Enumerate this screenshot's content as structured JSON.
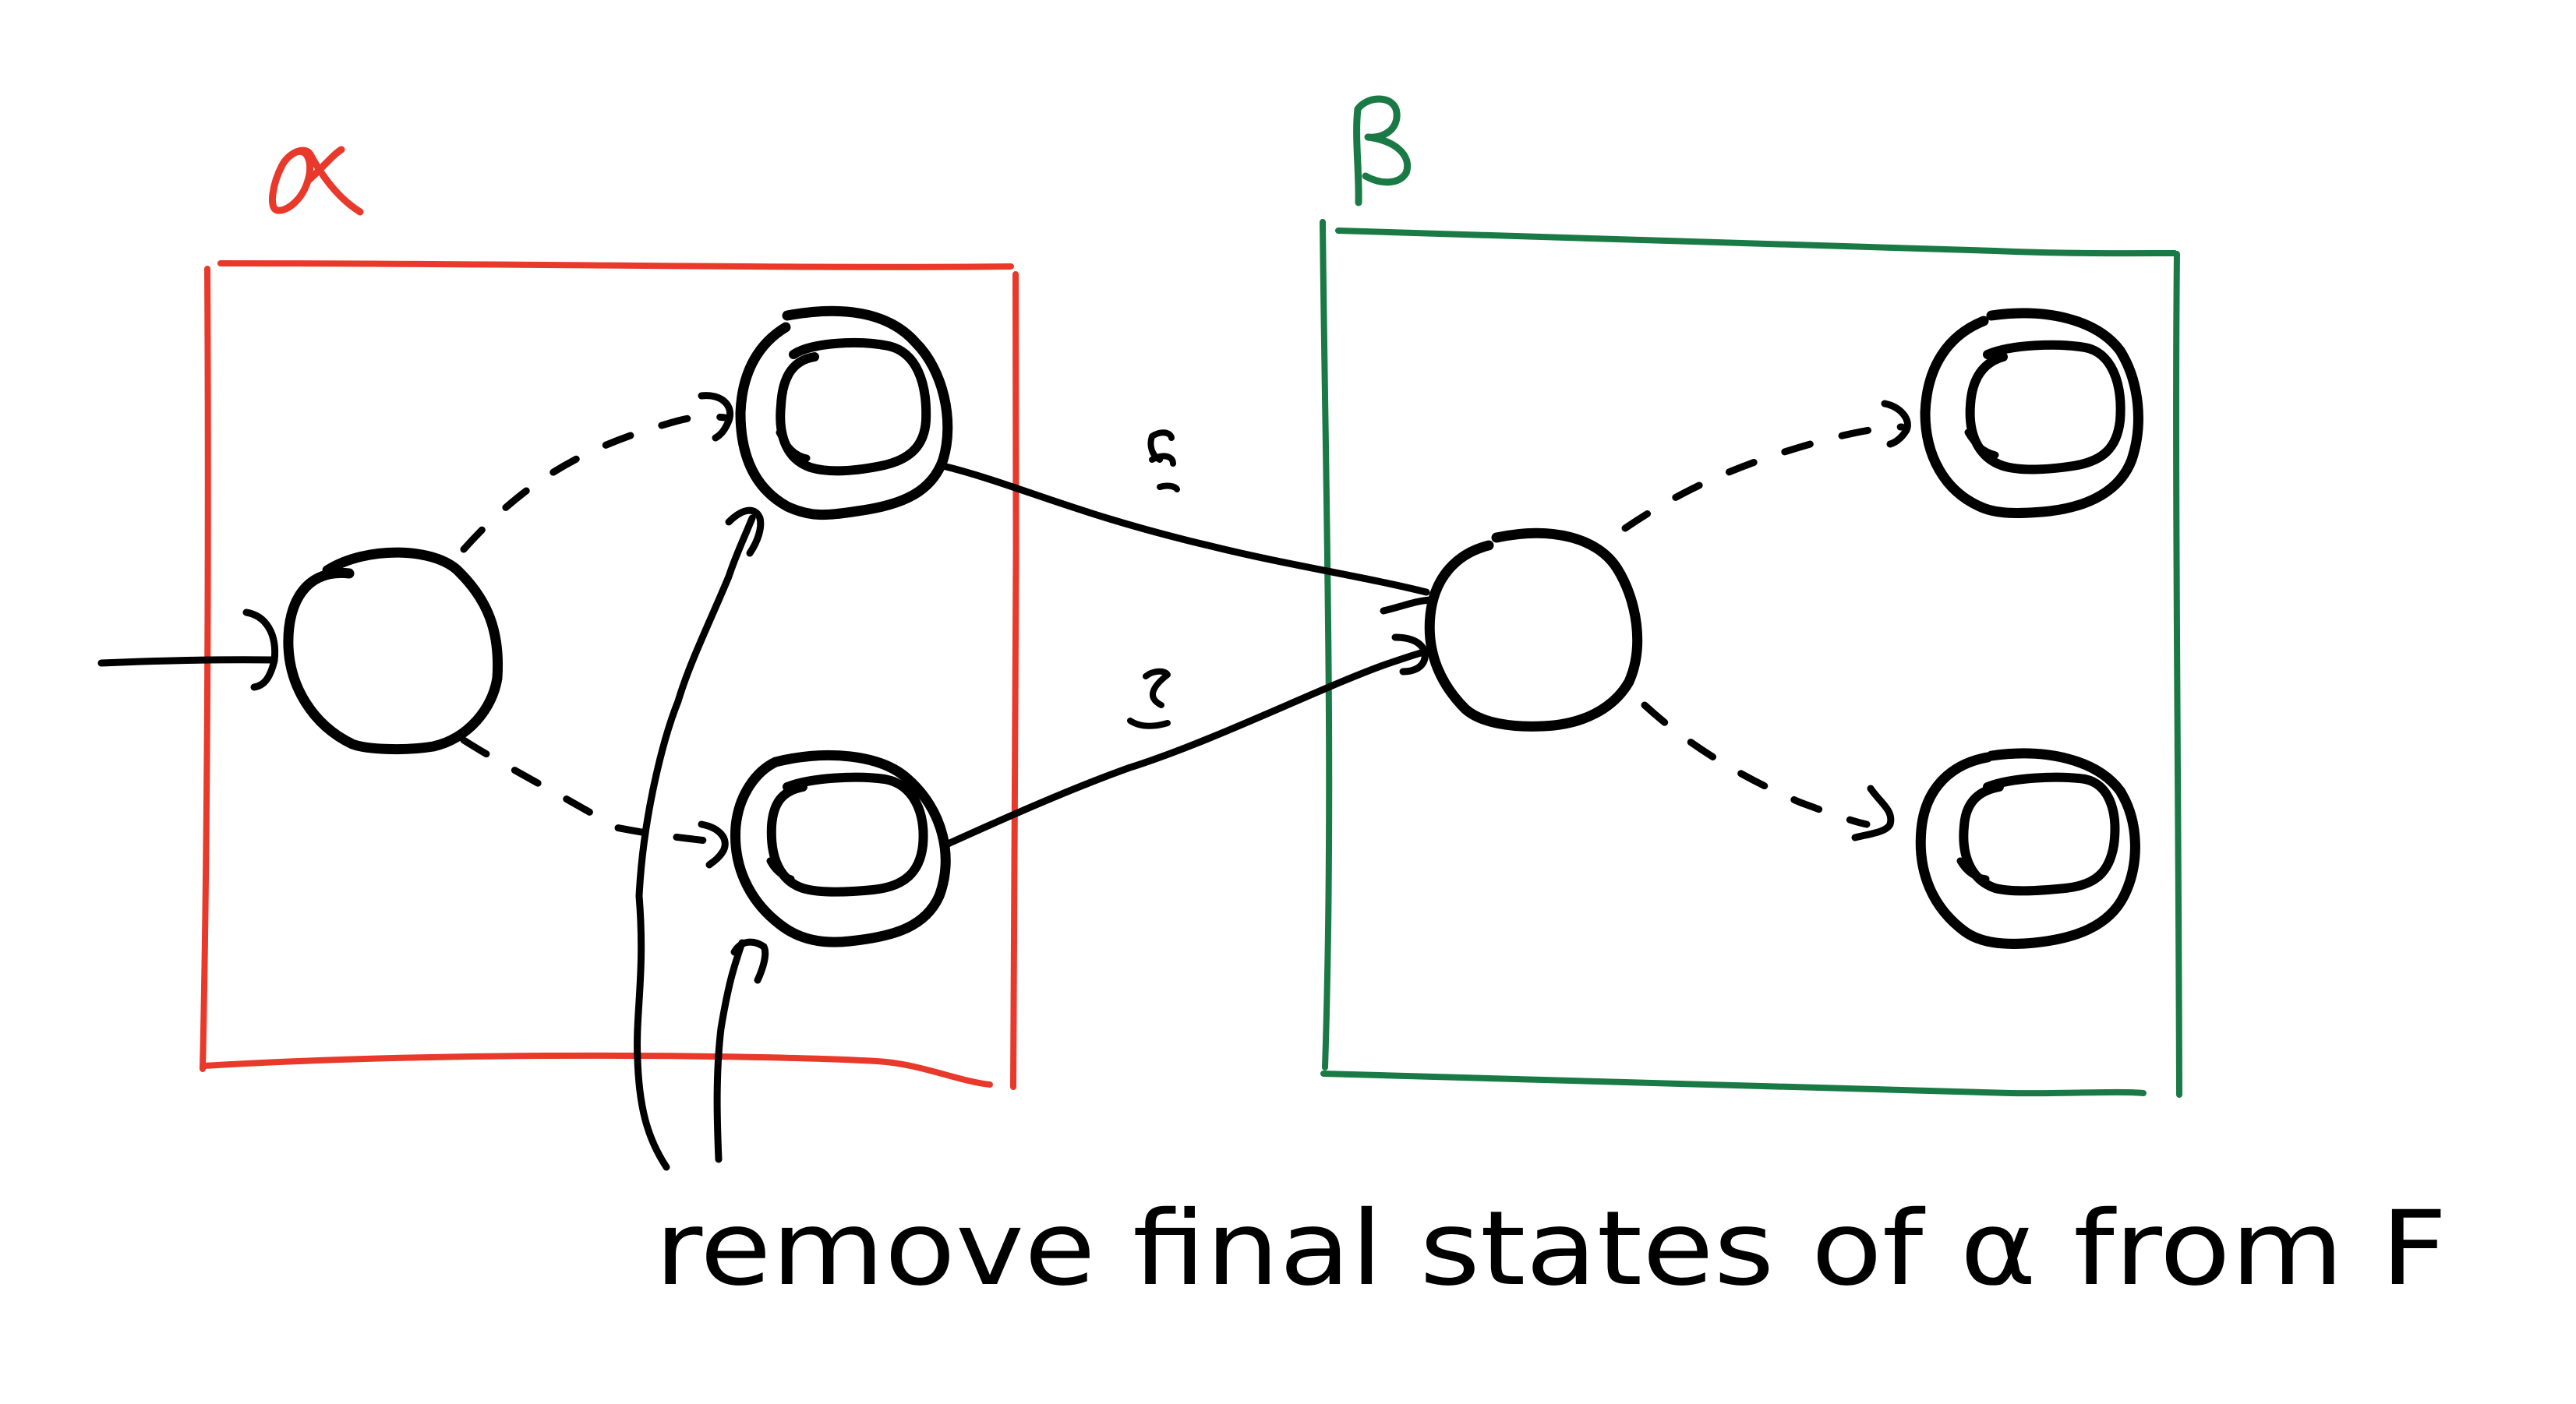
{
  "diagram": {
    "alpha_label": "α",
    "beta_label": "β",
    "epsilon_top": "ε",
    "epsilon_bottom": "ε",
    "note": "remove final states of α from F",
    "colors": {
      "alpha_box": "#e8392b",
      "beta_box": "#1a7a45",
      "ink": "#000000"
    },
    "states": {
      "alpha_start": "non-accepting",
      "alpha_final_top": "accepting",
      "alpha_final_bottom": "accepting",
      "beta_start": "non-accepting",
      "beta_final_top": "accepting",
      "beta_final_bottom": "accepting"
    }
  }
}
